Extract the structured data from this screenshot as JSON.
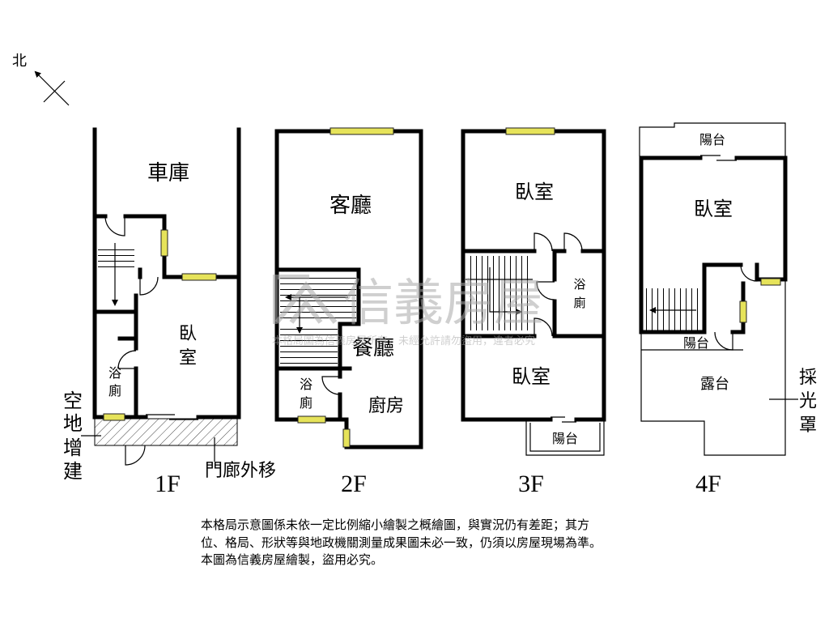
{
  "colors": {
    "wall": "#000000",
    "window_fill": "#e6e35a",
    "watermark": "#a8a8a8",
    "hatch": "#444444"
  },
  "compass": {
    "north": "北"
  },
  "floor_1f": {
    "label": "1F",
    "garage": "車庫",
    "bedroom": [
      "臥",
      "室"
    ],
    "bathroom": [
      "浴",
      "廁"
    ],
    "extension_note": [
      "空",
      "地",
      "增",
      "建"
    ],
    "porch_note": "門廊外移"
  },
  "floor_2f": {
    "label": "2F",
    "living_room": "客廳",
    "dining_room": "餐廳",
    "bathroom": [
      "浴",
      "廁"
    ],
    "kitchen": "廚房"
  },
  "floor_3f": {
    "label": "3F",
    "bedroom_north": "臥室",
    "bathroom": [
      "浴",
      "廁"
    ],
    "bedroom_south": "臥室",
    "balcony": "陽台"
  },
  "floor_4f": {
    "label": "4F",
    "balcony_north": "陽台",
    "bedroom": "臥室",
    "balcony_middle": "陽台",
    "terrace": "露台",
    "skylight_note": [
      "採",
      "光",
      "罩"
    ]
  },
  "watermark": {
    "brand": "信義房屋",
    "notice": "本格局圖為信義房屋所有，未經允許請勿盜用，違者必究"
  },
  "disclaimer": {
    "lines": [
      "本格局示意圖係未依一定比例縮小繪製之概繪圖，與實況仍有差距；其方",
      "位、格局、形狀等與地政機關測量成果圖未必一致，仍須以房屋現場為準。",
      "本圖為信義房屋繪製，盜用必究。"
    ]
  }
}
